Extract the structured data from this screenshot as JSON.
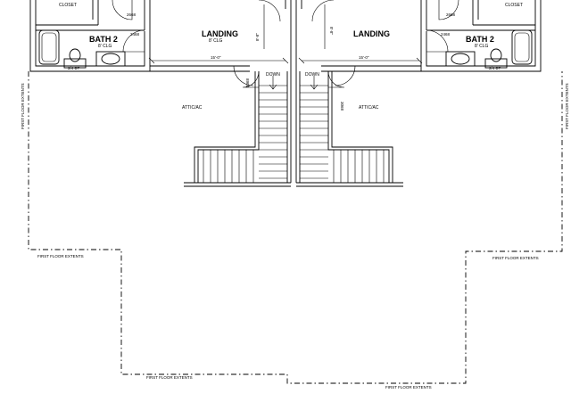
{
  "plan": {
    "rooms": {
      "closet": "CLOSET",
      "bath": "BATH 2",
      "bath_clg": "8' CLG",
      "landing": "LANDING",
      "landing_clg": "8' CLG",
      "attic": "ATTIC/AC"
    },
    "labels": {
      "down": "DOWN",
      "door_2668": "2668",
      "door_2468": "2468",
      "door_3068": "3068",
      "dim_landing": "15'-0\"",
      "dim_stair": "8'-8\"",
      "cabinet": "2/4 BT",
      "first_floor_extents": "FIRST FLOOR EXTENTS"
    }
  }
}
